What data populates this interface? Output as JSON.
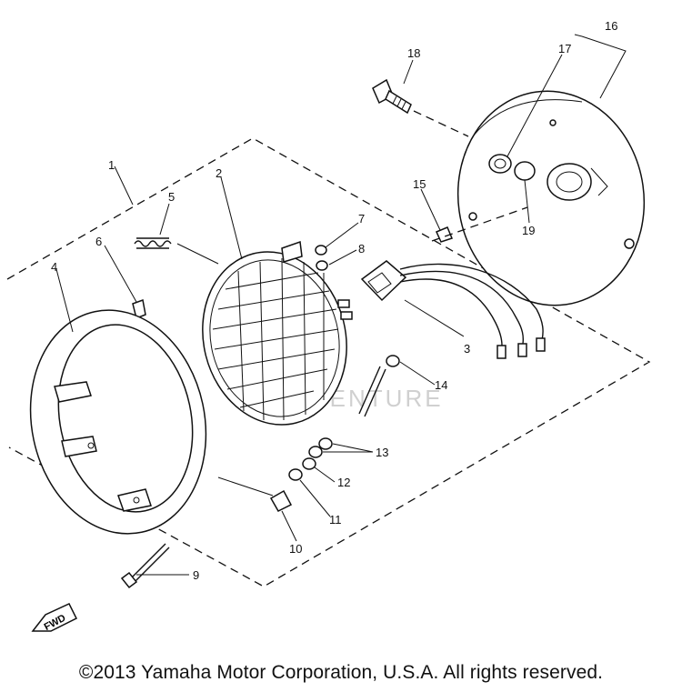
{
  "callouts": [
    {
      "id": "1",
      "label": "1"
    },
    {
      "id": "2",
      "label": "2"
    },
    {
      "id": "3",
      "label": "3"
    },
    {
      "id": "4",
      "label": "4"
    },
    {
      "id": "5",
      "label": "5"
    },
    {
      "id": "6",
      "label": "6"
    },
    {
      "id": "7",
      "label": "7"
    },
    {
      "id": "8",
      "label": "8"
    },
    {
      "id": "9",
      "label": "9"
    },
    {
      "id": "10",
      "label": "10"
    },
    {
      "id": "11",
      "label": "11"
    },
    {
      "id": "12",
      "label": "12"
    },
    {
      "id": "13",
      "label": "13"
    },
    {
      "id": "14",
      "label": "14"
    },
    {
      "id": "15",
      "label": "15"
    },
    {
      "id": "16",
      "label": "16"
    },
    {
      "id": "17",
      "label": "17"
    },
    {
      "id": "18",
      "label": "18"
    },
    {
      "id": "19",
      "label": "19"
    }
  ],
  "fwd_label": "FWD",
  "watermark_text": "LEADVENTURE",
  "footer_text": "©2013 Yamaha Motor Corporation, U.S.A. All rights reserved.",
  "colors": {
    "ink": "#111111",
    "background": "#ffffff",
    "watermark": "#d0d0d0"
  }
}
